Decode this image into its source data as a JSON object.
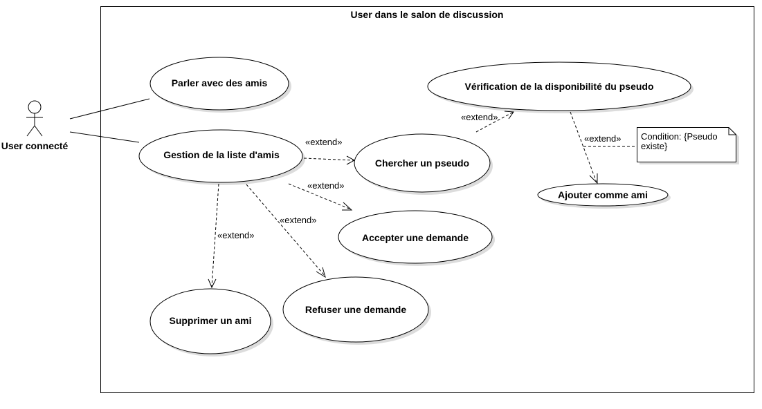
{
  "system": {
    "title": "User dans le salon de discussion"
  },
  "actor": {
    "label": "User connecté"
  },
  "use_cases": {
    "parler": "Parler avec des amis",
    "gestion": "Gestion de la liste d'amis",
    "chercher": "Chercher un pseudo",
    "accepter": "Accepter une demande",
    "refuser": "Refuser une demande",
    "supprimer": "Supprimer un ami",
    "verification": "Vérification de la disponibilité du pseudo",
    "ajouter": "Ajouter comme ami"
  },
  "relations": {
    "extend_label": "«extend»"
  },
  "note": {
    "line1": "Condition: {Pseudo",
    "line2": "existe}"
  }
}
